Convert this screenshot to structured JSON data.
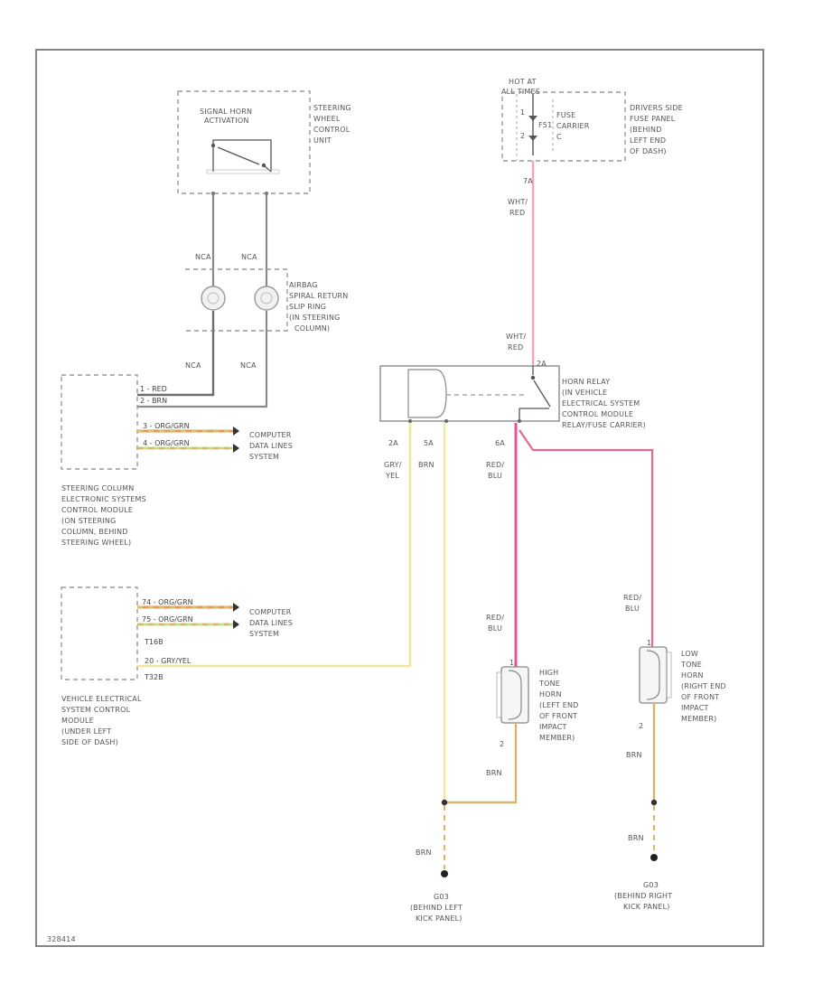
{
  "components": {
    "horn_switch": {
      "title": [
        "SIGNAL HORN",
        "ACTIVATION"
      ],
      "location": [
        "STEERING",
        "WHEEL",
        "CONTROL",
        "UNIT"
      ]
    },
    "slip_ring": [
      "AIRBAG",
      "SPIRAL RETURN",
      "SLIP RING",
      "(IN STEERING",
      "COLUMN)"
    ],
    "hot_at": [
      "HOT AT",
      "ALL TIMES"
    ],
    "fuse": [
      "FUSE",
      "CARRIER",
      "C"
    ],
    "fuse_panel": [
      "DRIVERS SIDE",
      "FUSE PANEL",
      "(BEHIND",
      "LEFT END",
      "OF DASH)"
    ],
    "horn_relay": [
      "HORN RELAY",
      "(IN VEHICLE",
      "ELECTRICAL SYSTEM",
      "CONTROL MODULE",
      "RELAY/FUSE CARRIER)"
    ],
    "steering_module": [
      "STEERING COLUMN",
      "ELECTRONIC SYSTEMS",
      "CONTROL MODULE",
      "(ON STEERING",
      "COLUMN, BEHIND",
      "STEERING WHEEL)"
    ],
    "vehicle_module": [
      "VEHICLE ELECTRICAL",
      "SYSTEM CONTROL",
      "MODULE",
      "(UNDER LEFT",
      "SIDE OF DASH)"
    ],
    "data_lines_1": [
      "COMPUTER",
      "DATA LINES",
      "SYSTEM"
    ],
    "data_lines_2": [
      "COMPUTER",
      "DATA LINES",
      "SYSTEM"
    ],
    "high_horn": [
      "HIGH",
      "TONE",
      "HORN",
      "(LEFT END",
      "OF FRONT",
      "IMPACT",
      "MEMBER)"
    ],
    "low_horn": [
      "LOW",
      "TONE",
      "HORN",
      "(RIGHT END",
      "OF FRONT",
      "IMPACT",
      "MEMBER)"
    ],
    "ground_left": [
      "G03",
      "(BEHIND LEFT",
      "KICK PANEL)"
    ],
    "ground_right": [
      "G03",
      "(BEHIND RIGHT",
      "KICK PANEL)"
    ]
  },
  "wires": {
    "nca_1": "NCA",
    "nca_2": "NCA",
    "nca_3": "NCA",
    "nca_4": "NCA",
    "wht_red_1": [
      "WHT/",
      "RED"
    ],
    "wht_red_2": [
      "WHT/",
      "RED"
    ],
    "pin_7a": "7A",
    "pin_2a_top": "2A",
    "pin_2a": "2A",
    "pin_5a": "5A",
    "pin_6a": "6A",
    "gry_yel": [
      "GRY/",
      "YEL"
    ],
    "brn_top": "BRN",
    "red_blu_1": [
      "RED/",
      "BLU"
    ],
    "red_blu_2": [
      "RED/",
      "BLU"
    ],
    "red_blu_3": [
      "RED/",
      "BLU"
    ],
    "brn_1": "BRN",
    "brn_2": "BRN",
    "brn_3": "BRN",
    "brn_4": "BRN",
    "pin_2_left": "2",
    "pin_2_right": "2",
    "pin_1_hl": "1",
    "pin_1_lr": "1",
    "fuse_no": "F51",
    "fuse_pin_1": "1",
    "fuse_pin_2": "2"
  },
  "module_pins": {
    "sm": [
      "1 - RED",
      "2 - BRN",
      "3 - ORG/GRN",
      "4 - ORG/GRN"
    ],
    "vm": [
      "74 - ORG/GRN",
      "75 - ORG/GRN",
      "T16B",
      "20 - GRY/YEL",
      "T32B"
    ]
  },
  "footer_code": "328414",
  "colors": {
    "pink": "#f4a6b4",
    "magenta": "#e2559a",
    "yellow": "#efe79a",
    "tan": "#d9b46a",
    "orange": "#e59a52",
    "green": "#c8dc8a",
    "gray": "#8a8a8a"
  }
}
